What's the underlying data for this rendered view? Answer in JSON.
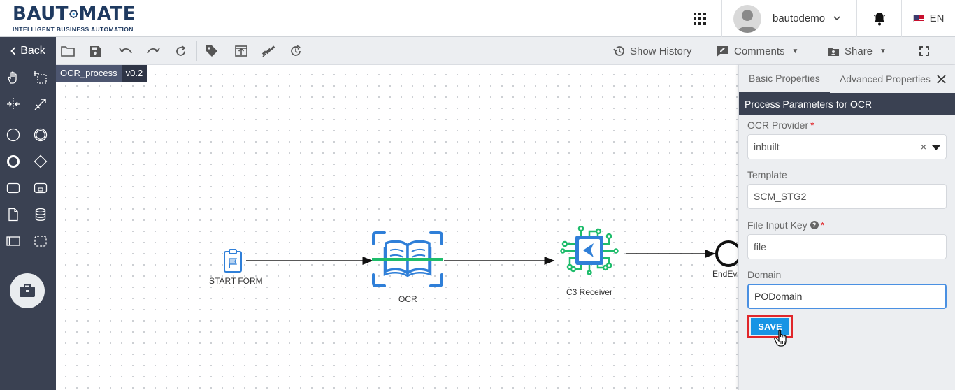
{
  "header": {
    "logo_text_left": "BAUT",
    "logo_text_right": "MATE",
    "logo_tagline": "INTELLIGENT BUSINESS AUTOMATION",
    "user_name": "bautodemo",
    "language": "EN",
    "icons": [
      "apps-grid-icon",
      "avatar",
      "chevron-down-icon",
      "bell-icon",
      "us-flag-icon"
    ]
  },
  "toolbar": {
    "back_label": "Back",
    "show_history_label": "Show History",
    "comments_label": "Comments",
    "share_label": "Share",
    "icons": [
      "folder-icon",
      "save-icon",
      "undo-icon",
      "redo-icon",
      "refresh-icon",
      "tag-icon",
      "upload-icon",
      "satellite-icon",
      "timer-icon",
      "history-icon",
      "comment-icon",
      "share-icon",
      "fullscreen-icon"
    ]
  },
  "canvas": {
    "process_name": "OCR_process",
    "process_version": "v0.2",
    "nodes": {
      "start": "START FORM",
      "ocr": "OCR",
      "receiver": "C3 Receiver",
      "end": "EndEvent"
    }
  },
  "panel": {
    "tab_basic": "Basic Properties",
    "tab_advanced": "Advanced Properties",
    "heading": "Process Parameters for OCR",
    "ocr_provider_label": "OCR Provider",
    "ocr_provider_value": "inbuilt",
    "required_mark": "*",
    "template_label": "Template",
    "template_value": "SCM_STG2",
    "file_input_key_label": "File Input Key",
    "file_input_key_value": "file",
    "domain_label": "Domain",
    "domain_value": "PODomain",
    "clear_symbol": "×",
    "help_symbol": "?",
    "save_label": "SAVE"
  },
  "colors": {
    "sidebar": "#3a4152",
    "accent_blue": "#1794e4",
    "highlight_red": "#e0262a",
    "ocr_blue": "#2f7fd8",
    "ocr_green": "#1ebc6b",
    "logo_navy": "#1f3a60"
  }
}
